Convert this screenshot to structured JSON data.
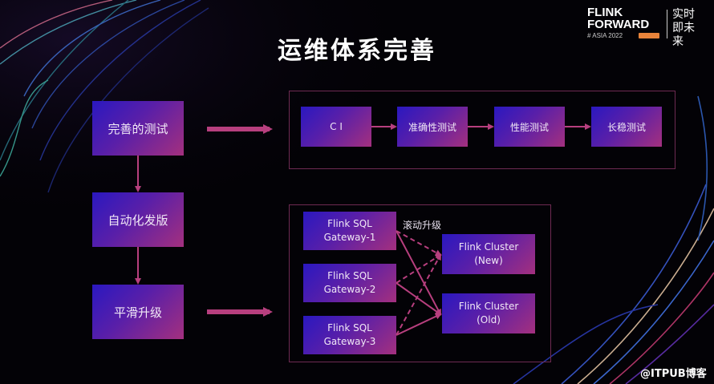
{
  "slide": {
    "title": "运维体系完善",
    "logo": {
      "line1": "FLINK",
      "line2": "FORWARD",
      "event": "# ASIA 2022",
      "slogan": "实时即未来"
    },
    "left_flow": [
      {
        "label": "完善的测试"
      },
      {
        "label": "自动化发版"
      },
      {
        "label": "平滑升级"
      }
    ],
    "test_pipeline": [
      {
        "label": "C I"
      },
      {
        "label": "准确性测试"
      },
      {
        "label": "性能测试"
      },
      {
        "label": "长稳测试"
      }
    ],
    "upgrade": {
      "annotation": "滚动升级",
      "gateways": [
        {
          "line1": "Flink SQL",
          "line2": "Gateway-1"
        },
        {
          "line1": "Flink SQL",
          "line2": "Gateway-2"
        },
        {
          "line1": "Flink SQL",
          "line2": "Gateway-3"
        }
      ],
      "clusters": [
        {
          "line1": "Flink Cluster",
          "line2": "(New)"
        },
        {
          "line1": "Flink Cluster",
          "line2": "(Old)"
        }
      ]
    },
    "watermark": "@ITPUB博客",
    "colors": {
      "background": "#030206",
      "arrow": "#b73f7e",
      "frame": "#6e2a52",
      "box_start": "#2a18c0",
      "box_end": "#a4307e"
    }
  }
}
